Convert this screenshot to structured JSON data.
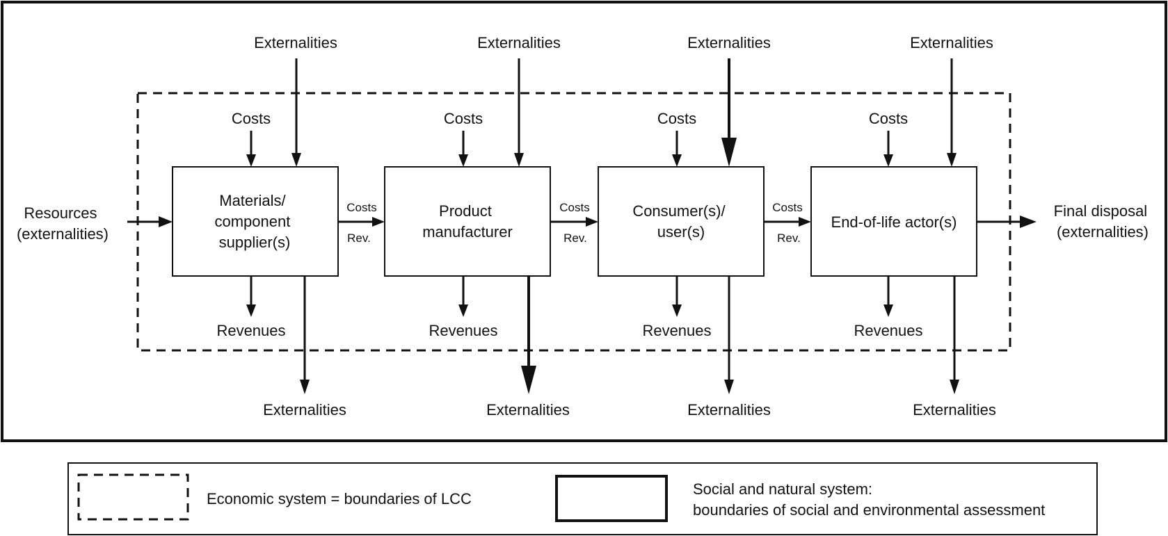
{
  "diagram": {
    "resources": [
      "Resources",
      "(externalities)"
    ],
    "final_disposal": [
      "Final disposal",
      "(externalities)"
    ],
    "actors": [
      {
        "lines": [
          "Materials/",
          "component",
          "supplier(s)"
        ],
        "costs": "Costs",
        "revenues": "Revenues",
        "ext_in": "Externalities",
        "ext_out": "Externalities"
      },
      {
        "lines": [
          "Product",
          "manufacturer"
        ],
        "costs": "Costs",
        "revenues": "Revenues",
        "ext_in": "Externalities",
        "ext_out": "Externalities"
      },
      {
        "lines": [
          "Consumer(s)/",
          "user(s)"
        ],
        "costs": "Costs",
        "revenues": "Revenues",
        "ext_in": "Externalities",
        "ext_out": "Externalities"
      },
      {
        "lines": [
          "End-of-life actor(s)"
        ],
        "costs": "Costs",
        "revenues": "Revenues",
        "ext_in": "Externalities",
        "ext_out": "Externalities"
      }
    ],
    "flows": [
      {
        "costs": "Costs",
        "rev": "Rev."
      },
      {
        "costs": "Costs",
        "rev": "Rev."
      },
      {
        "costs": "Costs",
        "rev": "Rev."
      }
    ]
  },
  "legend": {
    "economic": "Economic system = boundaries of LCC",
    "social": [
      "Social and natural system:",
      "boundaries of social and environmental assessment"
    ]
  }
}
